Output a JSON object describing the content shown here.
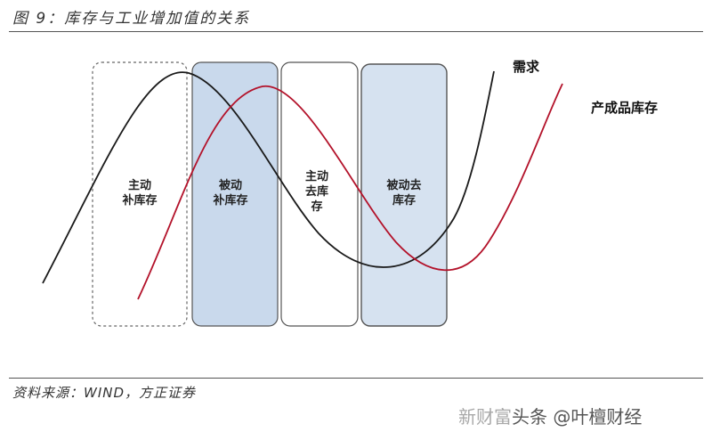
{
  "figure": {
    "title": "图 9：库存与工业增加值的关系",
    "source": "资料来源：WIND，方正证券"
  },
  "phases": [
    {
      "id": "active-restock",
      "label_line1": "主动",
      "label_line2": "补库存",
      "label_line3": "",
      "shaded": false
    },
    {
      "id": "passive-restock",
      "label_line1": "被动",
      "label_line2": "补库存",
      "label_line3": "",
      "shaded": true
    },
    {
      "id": "active-destock",
      "label_line1": "主动",
      "label_line2": "去库",
      "label_line3": "存",
      "shaded": false
    },
    {
      "id": "passive-destock",
      "label_line1": "被动去",
      "label_line2": "库存",
      "label_line3": "",
      "shaded": true
    }
  ],
  "curves": {
    "demand": {
      "label": "需求",
      "color": "#1a1a1a"
    },
    "inventory": {
      "label": "产成品库存",
      "color": "#b3122a"
    }
  },
  "colors": {
    "shade_fill": "#c9d9ec",
    "box_border": "#555555"
  },
  "watermark": {
    "part1": "新财富",
    "part2": "头条 @叶檀财经"
  }
}
